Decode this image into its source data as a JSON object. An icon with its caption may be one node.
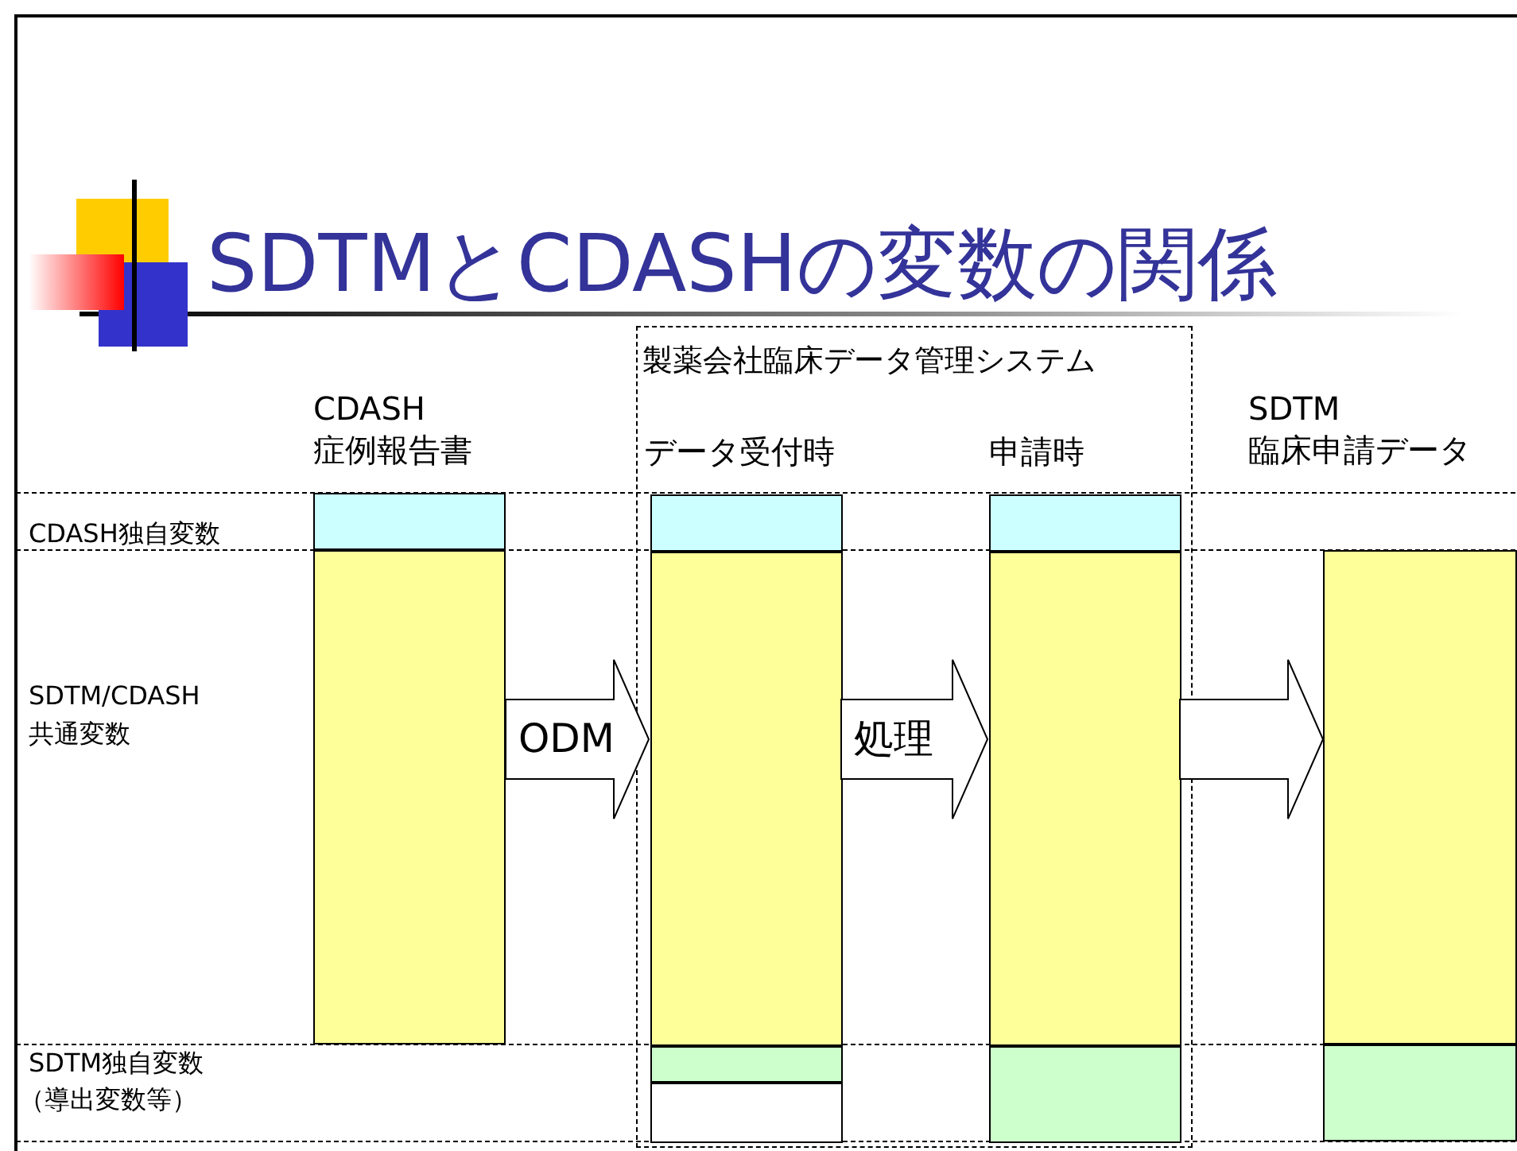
{
  "diagram": {
    "title": "SDTMとCDASHの変数の関係",
    "nodes": [
      {
        "text": [
          "製薬会社臨床データ管理システム"
        ]
      },
      {
        "text": [
          "CDASH 症例報告書"
        ]
      },
      {
        "text": [],
        "shape": "box",
        "in": 1
      },
      {
        "text": [],
        "shape": "box",
        "in": 1
      },
      {
        "text": [
          "データ受付時"
        ],
        "in": 0
      },
      {
        "text": [],
        "shape": "box",
        "in": 4
      },
      {
        "text": [],
        "shape": "box",
        "in": 4
      },
      {
        "text": [],
        "shape": "box",
        "in": 4
      },
      {
        "text": [],
        "shape": "box",
        "in": 4
      },
      {
        "text": [
          "申請時"
        ],
        "in": 0
      },
      {
        "text": [],
        "shape": "box",
        "in": 9
      },
      {
        "text": [],
        "shape": "box",
        "in": 9
      },
      {
        "text": [],
        "shape": "box",
        "in": 9
      },
      {
        "text": [
          "SDTM 臨床申請データ"
        ]
      },
      {
        "text": [],
        "shape": "box",
        "in": 13
      },
      {
        "text": [],
        "shape": "box",
        "in": 13
      }
    ],
    "edges": [
      {
        "from": 1,
        "to": 4,
        "arrow": "to",
        "label": "ODM",
        "style": "thick"
      },
      {
        "from": 4,
        "to": 9,
        "arrow": "to",
        "label": "処理",
        "style": "thick"
      },
      {
        "from": 9,
        "to": 13,
        "arrow": "to",
        "style": "thick"
      }
    ],
    "labels": [
      "CDASH独自変数",
      "SDTM/CDASH 共通変数",
      "SDTM独自変数",
      "（導出変数等）"
    ]
  }
}
